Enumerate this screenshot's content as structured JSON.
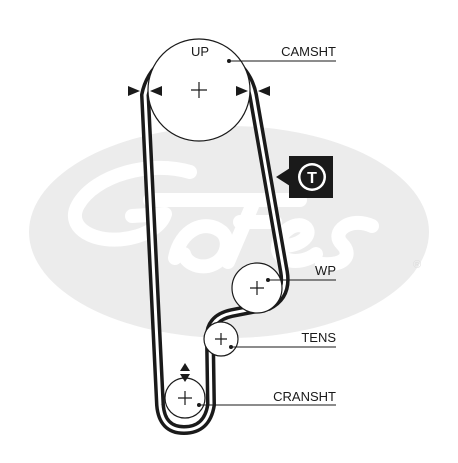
{
  "diagram": {
    "labels": {
      "up": "UP",
      "camsht": "CAMSHT",
      "wp": "WP",
      "tens": "TENS",
      "cransht": "CRANSHT",
      "tensioner_badge": "T"
    },
    "watermark": {
      "brand": "Gates",
      "registered_mark": "®"
    },
    "colors": {
      "belt": "#1a1a1a",
      "line": "#1a1a1a",
      "watermark": "#ececec",
      "background": "#ffffff",
      "badge_fg": "#ffffff"
    }
  }
}
